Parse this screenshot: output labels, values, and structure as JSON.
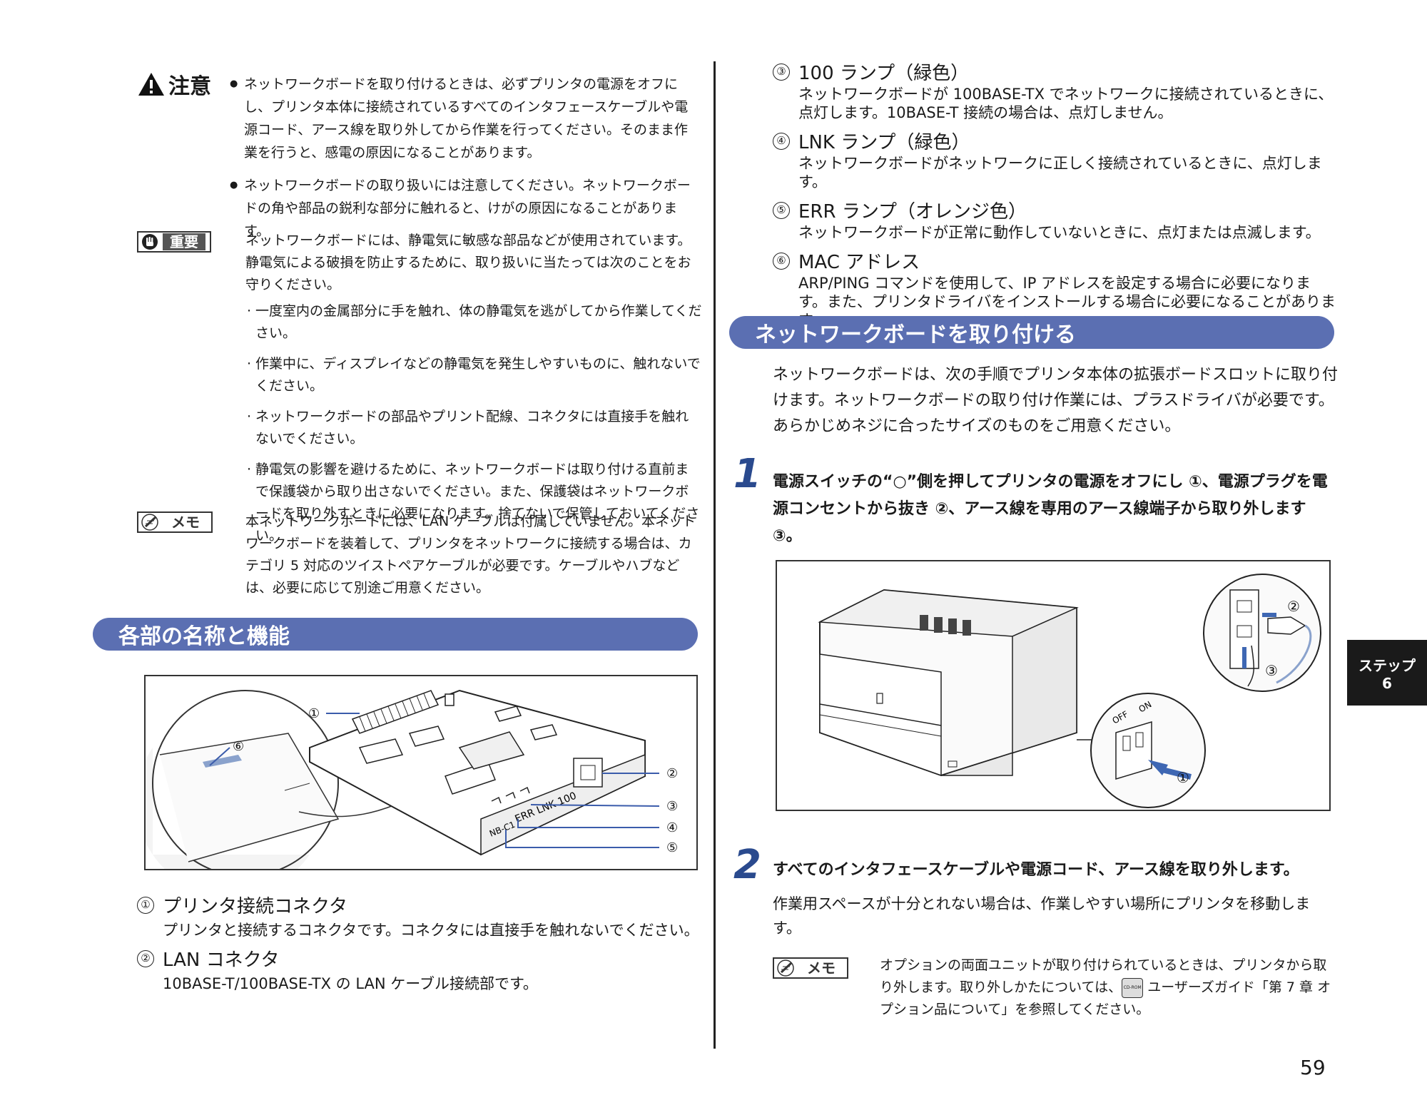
{
  "caution": {
    "label": "注意",
    "items": [
      "ネットワークボードを取り付けるときは、必ずプリンタの電源をオフにし、プリンタ本体に接続されているすべてのインタフェースケーブルや電源コード、アース線を取り外してから作業を行ってください。そのまま作業を行うと、感電の原因になることがあります。",
      "ネットワークボードの取り扱いには注意してください。ネットワークボードの角や部品の鋭利な部分に触れると、けがの原因になることがあります。"
    ]
  },
  "important": {
    "label": "重要",
    "text": "ネットワークボードには、静電気に敏感な部品などが使用されています。静電気による破損を防止するために、取り扱いに当たっては次のことをお守りください。",
    "bullets": [
      "一度室内の金属部分に手を触れ、体の静電気を逃がしてから作業してください。",
      "作業中に、ディスプレイなどの静電気を発生しやすいものに、触れないでください。",
      "ネットワークボードの部品やプリント配線、コネクタには直接手を触れないでください。",
      "静電気の影響を避けるために、ネットワークボードは取り付ける直前まで保護袋から取り出さないでください。また、保護袋はネットワークボードを取り外すときに必要になります。捨てないで保管しておいてください。"
    ]
  },
  "memo1": {
    "label": "メモ",
    "text": "本ネットワークボードには、LAN ケーブルは付属していません。本ネットワークボードを装着して、プリンタをネットワークに接続する場合は、カテゴリ 5 対応のツイストペアケーブルが必要です。ケーブルやハブなどは、必要に応じて別途ご用意ください。"
  },
  "section1": {
    "title": "各部の名称と機能"
  },
  "board_figure": {
    "callouts": [
      "①",
      "②",
      "③",
      "④",
      "⑤",
      "⑥"
    ],
    "board_print": "NB-C1",
    "led_labels": "ERR LNK 100"
  },
  "parts": [
    {
      "num": "①",
      "name": "プリンタ接続コネクタ",
      "desc": "プリンタと接続するコネクタです。コネクタには直接手を触れないでください。"
    },
    {
      "num": "②",
      "name": "LAN コネクタ",
      "desc": "10BASE-T/100BASE-TX の LAN ケーブル接続部です。"
    },
    {
      "num": "③",
      "name": "100 ランプ（緑色）",
      "desc": "ネットワークボードが 100BASE-TX でネットワークに接続されているときに、点灯します。10BASE-T 接続の場合は、点灯しません。"
    },
    {
      "num": "④",
      "name": "LNK ランプ（緑色）",
      "desc": "ネットワークボードがネットワークに正しく接続されているときに、点灯します。"
    },
    {
      "num": "⑤",
      "name": "ERR ランプ（オレンジ色）",
      "desc": "ネットワークボードが正常に動作していないときに、点灯または点滅します。"
    },
    {
      "num": "⑥",
      "name": "MAC アドレス",
      "desc": "ARP/PING コマンドを使用して、IP アドレスを設定する場合に必要になります。また、プリンタドライバをインストールする場合に必要になることがあります。"
    }
  ],
  "section2": {
    "title": "ネットワークボードを取り付ける",
    "intro": "ネットワークボードは、次の手順でプリンタ本体の拡張ボードスロットに取り付けます。ネットワークボードの取り付け作業には、プラスドライバが必要です。あらかじめネジに合ったサイズのものをご用意ください。"
  },
  "step1": {
    "number": "1",
    "text": "電源スイッチの“○”側を押してプリンタの電源をオフにし ①、電源プラグを電源コンセントから抜き ②、アース線を専用のアース線端子から取り外します ③。"
  },
  "printer_figure": {
    "callouts": [
      "①",
      "②",
      "③"
    ],
    "switch_off": "OFF",
    "switch_on": "ON"
  },
  "step2": {
    "number": "2",
    "text": "すべてのインタフェースケーブルや電源コード、アース線を取り外します。",
    "desc": "作業用スペースが十分とれない場合は、作業しやすい場所にプリンタを移動します。"
  },
  "memo2": {
    "label": "メモ",
    "text_before": "オプションの両面ユニットが取り付けられているときは、プリンタから取り外します。取り外しかたについては、",
    "cd_label": "CD-ROM",
    "text_after": " ユーザーズガイド「第 7 章 オプション品について」を参照してください。"
  },
  "side_tab": {
    "line1": "ステップ",
    "line2": "6"
  },
  "page_number": "59",
  "colors": {
    "section_bar": "#5b6fb2",
    "step_number": "#2a4a8e",
    "side_tab": "#1a1a1a"
  }
}
